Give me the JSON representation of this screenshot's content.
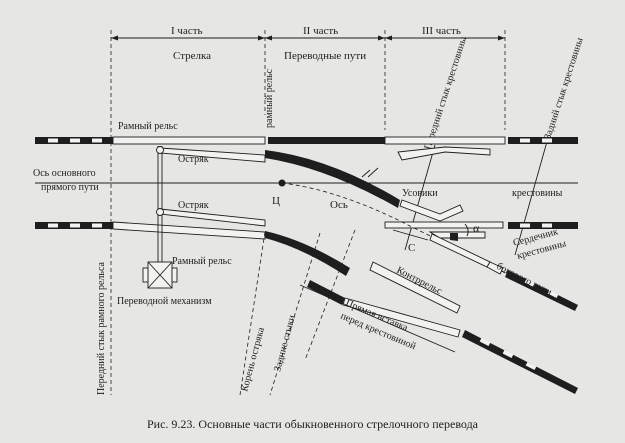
{
  "sections": {
    "part1": "I часть",
    "part2": "II часть",
    "part3": "III часть"
  },
  "headers": {
    "switch": "Стрелка",
    "transfer_tracks": "Переводные пути"
  },
  "labels": {
    "frame_rails_vertical": "рамный рельс",
    "front_joint_frog": "Передний стык крестовины",
    "rear_joint_frog": "Задний стык крестовины",
    "frame_rail_top": "Рамный рельс",
    "blade_top": "Остряк",
    "axis_main_line1": "Ось основного",
    "axis_main_line2": "прямого пути",
    "blade_bottom": "Остряк",
    "center_point": "Ц",
    "axis": "Ось",
    "wing_rails": "Усовики",
    "frog_word": "крестовины",
    "point_c": "С",
    "alpha": "α",
    "frog_core_line1": "Сердечник",
    "frog_core_line2": "крестовины",
    "frame_rail_bottom": "Рамный рельс",
    "check_rail": "Контррельс",
    "side_track": "бокового пути",
    "straight_insert_line1": "Прямая вставка",
    "straight_insert_line2": "перед крестовиной",
    "switch_mechanism": "Переводной механизм",
    "front_joint_frame_rail": "Передний стык рамного рельса",
    "blade_root": "Корень остряка",
    "rear_joints": "Задние стыки"
  },
  "caption": "Рис. 9.23. Основные части обыкновенного стрелочного перевода"
}
